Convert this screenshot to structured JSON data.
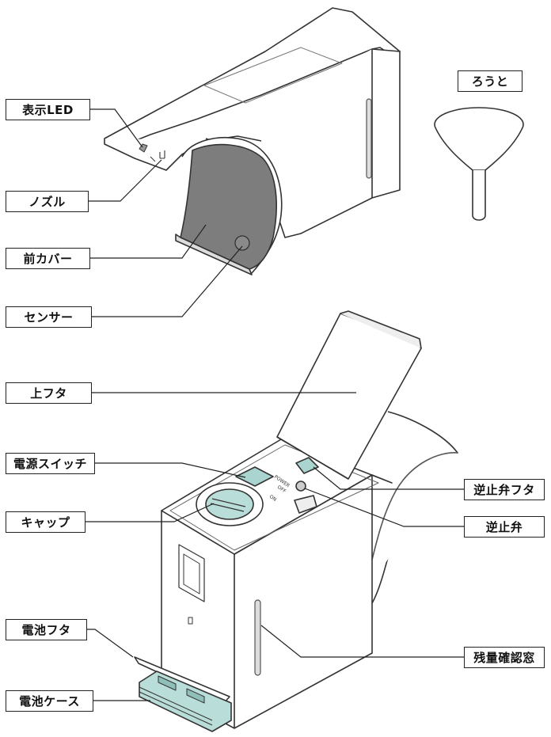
{
  "labels": {
    "led": "表示LED",
    "nozzle": "ノズル",
    "front_cover": "前カバー",
    "sensor": "センサー",
    "funnel": "ろうと",
    "top_lid": "上フタ",
    "power_switch": "電源スイッチ",
    "cap": "キャップ",
    "check_valve_lid": "逆止弁フタ",
    "check_valve": "逆止弁",
    "battery_lid": "電池フタ",
    "remaining_window": "残量確認窓",
    "battery_case": "電池ケース"
  },
  "switch_marks": {
    "power": "POWER",
    "off": "OFF",
    "on": "ON"
  },
  "colors": {
    "outline": "#333333",
    "leader": "#222222",
    "body": "#ffffff",
    "front_cover": "#7a7a7a",
    "inner": "#bdbdbd",
    "teal_part": "#b9ddd8"
  }
}
